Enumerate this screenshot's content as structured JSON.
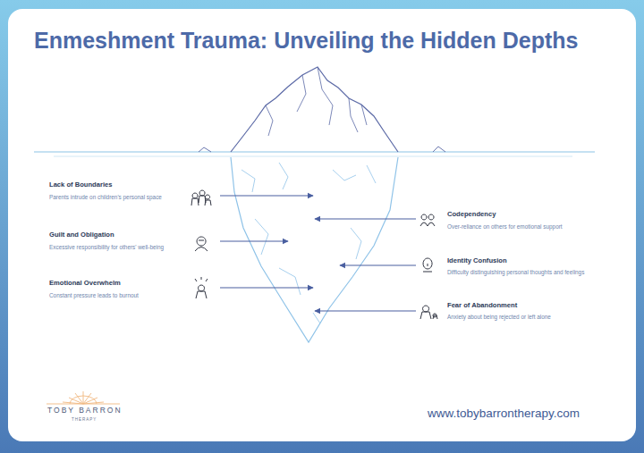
{
  "diagram": {
    "title": "Enmeshment Trauma: Unveiling the Hidden Depths",
    "labels": [
      "Lack of Boundaries",
      "Parents intrude on children's personal space",
      "Guilt and Obligation",
      "Excessive responsibility for others' well-being",
      "Emotional Overwhelm",
      "Constant pressure leads to burnout",
      "Codependency",
      "Over-reliance on others for emotional support",
      "Identity Confusion",
      "Difficulty distinguishing personal thoughts and feelings",
      "Fear of Abandonment",
      "Anxiety about being rejected or left alone",
      "TOBY BARRON",
      "THERAPY",
      "www.tobybarrontherapy.com"
    ]
  }
}
